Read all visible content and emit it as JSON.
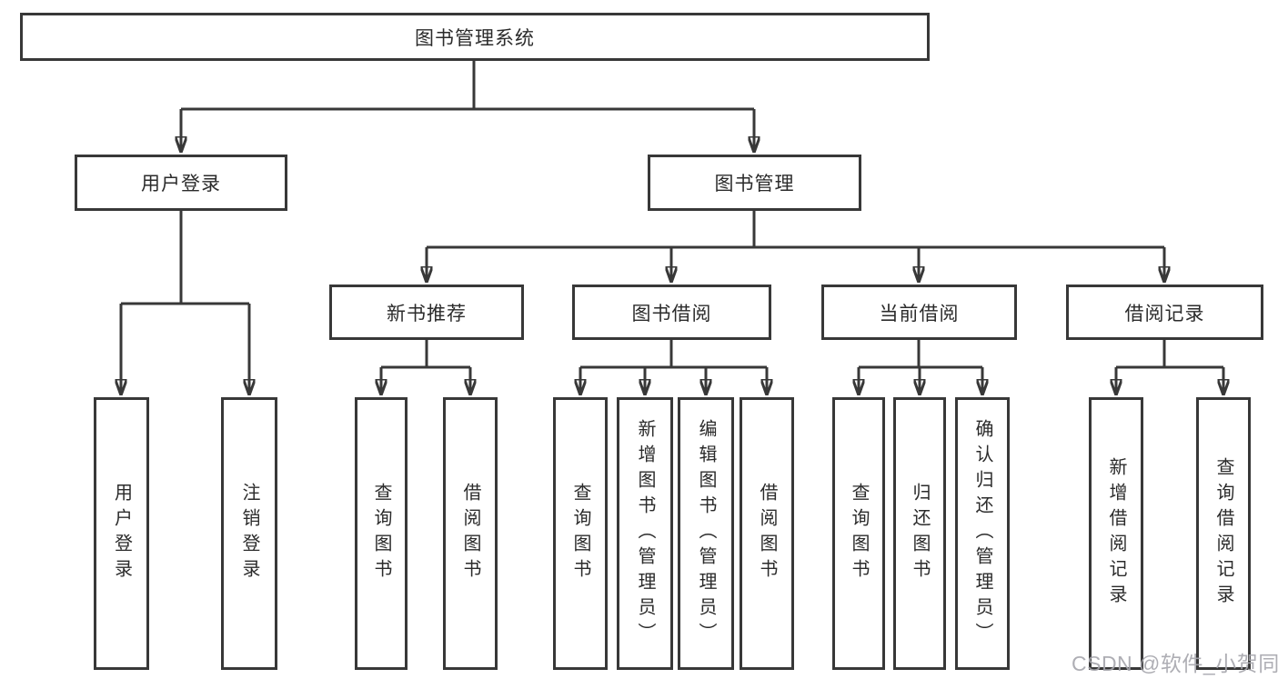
{
  "title": "图书管理系统",
  "level1": {
    "user_login": "用户登录",
    "book_mgmt": "图书管理"
  },
  "level2": {
    "new_books": "新书推荐",
    "book_borrow": "图书借阅",
    "current_borrow": "当前借阅",
    "borrow_records": "借阅记录"
  },
  "leaves": {
    "user_login": [
      "用户登录",
      "注销登录"
    ],
    "new_books": [
      "查询图书",
      "借阅图书"
    ],
    "book_borrow": [
      "查询图书",
      "新增图书（管理员）",
      "编辑图书（管理员）",
      "借阅图书"
    ],
    "current_borrow": [
      "查询图书",
      "归还图书",
      "确认归还（管理员）"
    ],
    "borrow_records": [
      "新增借阅记录",
      "查询借阅记录"
    ]
  },
  "watermark": "CSDN @软件_小贺同学",
  "colors": {
    "line": "#383838",
    "text": "#2b2b2b",
    "background": "#ffffff",
    "watermark": "#a5a5ac"
  }
}
